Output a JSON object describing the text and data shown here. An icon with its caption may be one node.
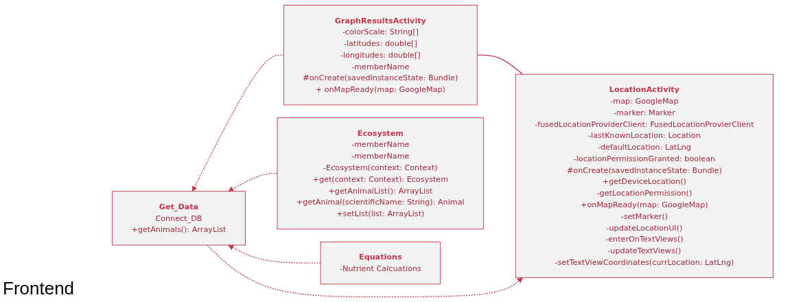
{
  "diagram": {
    "nodes": [
      {
        "text": [
          "LocationActivity",
          "-map: GoogleMap",
          "-marker: Marker",
          "-fusedLocationProviderClient: FusedLocationProvierClient",
          "-lastKnownLocation: Location",
          "-defaultLocation: LatLng",
          "-locationPermissionGranted: boolean",
          "#onCreate(savedInstanceState: Bundle)",
          "+getDeviceLocation()",
          "-getLocationPermission()",
          "+onMapReady(map: GoogleMap)",
          "-setMarker()",
          "-updateLocationUI()",
          "-enterOnTextViews()",
          "-updateTextViews()",
          "-setTextViewCoordinates(currLocation: LatLng)"
        ]
      },
      {
        "text": [
          "GraphResultsActivity",
          "-colorScale: String[]",
          "-latitudes: double[]",
          "-longitudes: double[]",
          "-memberName",
          "#onCreate(savedInstanceState: Bundle)",
          "+ onMapReady(map: GoogleMap)"
        ]
      },
      {
        "text": [
          "Ecosystem",
          "-memberName",
          "-memberName",
          "-Ecosystem(context: Context)",
          "+get(context: Context): Ecosystem",
          "+getAnimalList(): ArrayList",
          "+getAnimal(scientificName: String): Animal",
          "+setList(list: ArrayList)"
        ]
      },
      {
        "text": [
          "Get_Data",
          "Connect_DB",
          "+getAnimals(): ArrayList"
        ]
      },
      {
        "text": [
          "Equations",
          "-Nutrient Calcuations"
        ]
      }
    ],
    "edges": [
      {
        "from": 0,
        "to": 1,
        "arrow": "none"
      },
      {
        "from": 1,
        "to": 3,
        "arrow": "to",
        "style": "dashed"
      },
      {
        "from": 2,
        "to": 3,
        "arrow": "to",
        "style": "dashed"
      },
      {
        "from": 4,
        "to": 3,
        "arrow": "to",
        "style": "dashed"
      },
      {
        "from": 3,
        "to": 0,
        "arrow": "to",
        "style": "dashed"
      }
    ],
    "labels": [
      "Frontend"
    ]
  }
}
